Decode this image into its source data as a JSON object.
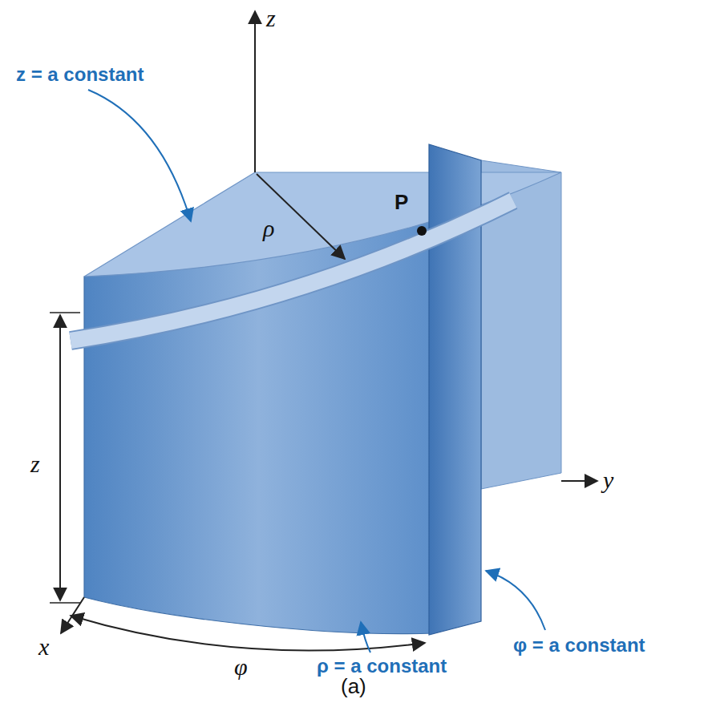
{
  "diagram": {
    "caption": "(a)",
    "labels": [
      "z",
      "z = a constant",
      "ρ",
      "P",
      "y",
      "z",
      "ρ = a constant",
      "φ = a constant",
      "x",
      "φ"
    ]
  }
}
